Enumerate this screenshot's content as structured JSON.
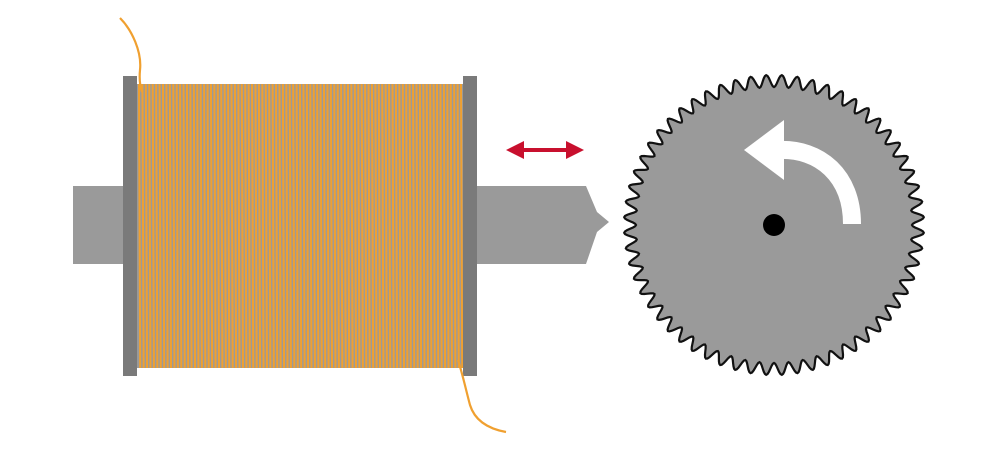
{
  "colors": {
    "background": "#ffffff",
    "shaft": "#9a9a9a",
    "flange": "#7a7a7a",
    "coil_background": "#9a9a9a",
    "wire": "#f0a030",
    "arrow_accent": "#c8102e",
    "gear_fill": "#9a9a9a",
    "gear_outline": "#111111",
    "rotation_arrow": "#ffffff",
    "hub_dot": "#000000"
  },
  "icons": {
    "coil": "wire-spool-icon",
    "translation_arrow": "double-headed-arrow-icon",
    "gear": "serrated-gear-icon",
    "rotation": "counterclockwise-arrow-icon"
  },
  "diagram": {
    "wire_turns": 95,
    "gear_teeth": 60,
    "motion": {
      "linear": "left-right",
      "rotation": "counterclockwise"
    }
  }
}
